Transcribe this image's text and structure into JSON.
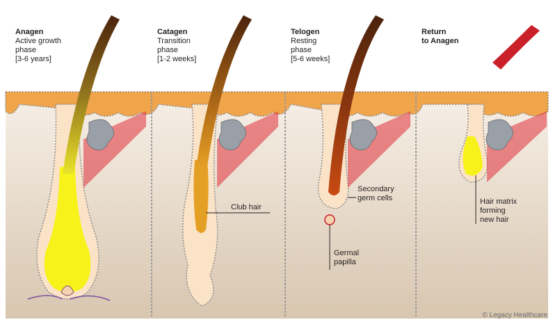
{
  "stages": [
    {
      "title": "Anagen",
      "lines": [
        "Active growth",
        "phase",
        "[3-6 years]"
      ]
    },
    {
      "title": "Catagen",
      "lines": [
        "Transition",
        "phase",
        "[1-2 weeks]"
      ]
    },
    {
      "title": "Telogen",
      "lines": [
        "Resting",
        "phase",
        "[5-6 weeks]"
      ]
    },
    {
      "title": "Return",
      "lines": [
        "to Anagen"
      ]
    }
  ],
  "callouts": {
    "club_hair": "Club hair",
    "secondary_germ": [
      "Secondary",
      "germ cells"
    ],
    "germal_papilla": [
      "Germal",
      "papilla"
    ],
    "hair_matrix": [
      "Hair matrix",
      "forming",
      "new hair"
    ]
  },
  "credit": "© Legacy Healthcare",
  "colors": {
    "skin": "#f0a54a",
    "dermis": "#e9dccd",
    "hair_dark": "#5a2a0e",
    "anagen_bulb": "#f7f21a",
    "follicle_sheath": "#fbe3c8",
    "muscle": "#e0303a",
    "gland": "#9aa0a8",
    "return_hair": "#c9202a"
  }
}
